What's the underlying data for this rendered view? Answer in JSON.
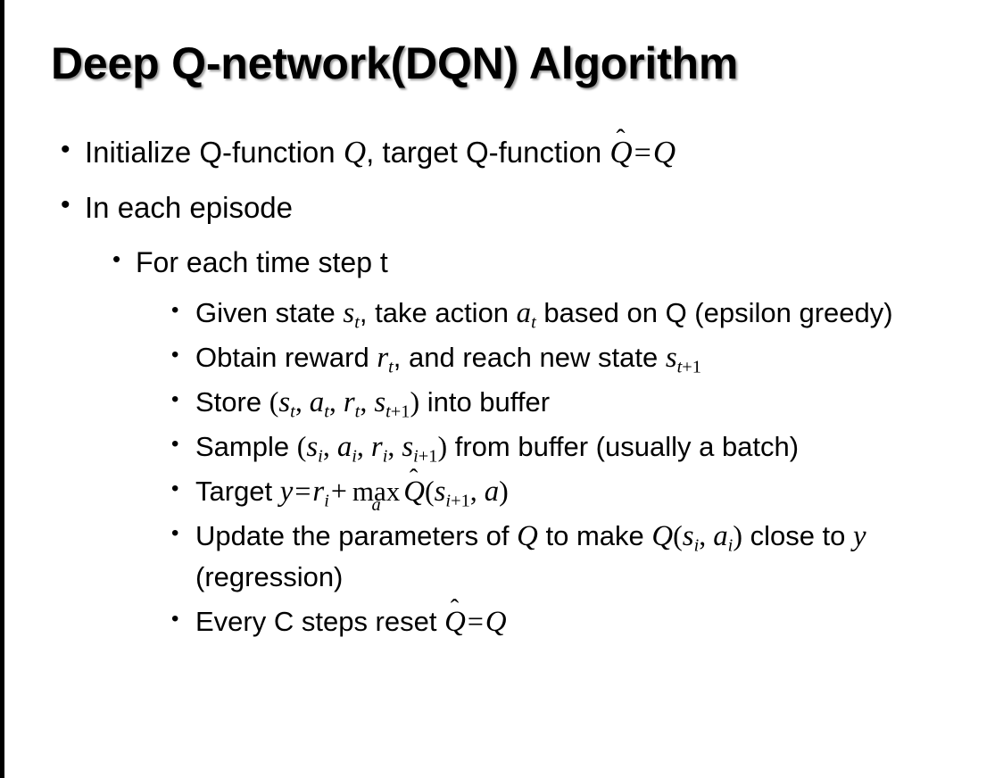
{
  "slide": {
    "title": "Deep Q-network(DQN) Algorithm",
    "background_color": "#ffffff",
    "text_color": "#000000",
    "left_edge_bar_color": "#000000",
    "bullet_glyph": "•"
  },
  "content": {
    "bullets": [
      {
        "level": 1,
        "id": "initialize-q-function",
        "plain_text": "Initialize Q-function Q, target Q-function Q̂ = Q",
        "parts": [
          {
            "t": "text",
            "v": "Initialize Q-function "
          },
          {
            "t": "mi",
            "v": "Q"
          },
          {
            "t": "text",
            "v": ", target Q-function "
          },
          {
            "t": "qhat",
            "v": "Q"
          },
          {
            "t": "mo",
            "v": "="
          },
          {
            "t": "mi",
            "v": "Q"
          }
        ]
      },
      {
        "level": 1,
        "id": "in-each-episode",
        "plain_text": "In each episode",
        "parts": [
          {
            "t": "text",
            "v": "In each episode"
          }
        ]
      },
      {
        "level": 2,
        "id": "for-each-time-step",
        "plain_text": "For each time step t",
        "parts": [
          {
            "t": "text",
            "v": "For each time step t"
          }
        ]
      },
      {
        "level": 3,
        "id": "given-state-take-action",
        "plain_text": "Given state s_t, take action a_t based on Q (epsilon greedy)",
        "parts": [
          {
            "t": "text",
            "v": "Given state "
          },
          {
            "t": "mi",
            "v": "s",
            "sub": "t"
          },
          {
            "t": "text",
            "v": ", take action "
          },
          {
            "t": "mi",
            "v": "a",
            "sub": "t"
          },
          {
            "t": "text",
            "v": " based on Q (epsilon greedy)"
          }
        ]
      },
      {
        "level": 3,
        "id": "obtain-reward-reach-new-state",
        "plain_text": "Obtain reward r_t, and reach new state s_{t+1}",
        "parts": [
          {
            "t": "text",
            "v": "Obtain reward "
          },
          {
            "t": "mi",
            "v": "r",
            "sub": "t"
          },
          {
            "t": "text",
            "v": ", and reach new state "
          },
          {
            "t": "mi",
            "v": "s",
            "sub": "t+1"
          }
        ]
      },
      {
        "level": 3,
        "id": "store-into-buffer",
        "plain_text": "Store (s_t, a_t, r_t, s_{t+1}) into buffer",
        "parts": [
          {
            "t": "text",
            "v": "Store "
          },
          {
            "t": "mpunc",
            "v": "("
          },
          {
            "t": "mi",
            "v": "s",
            "sub": "t"
          },
          {
            "t": "mpunc",
            "v": ", "
          },
          {
            "t": "mi",
            "v": "a",
            "sub": "t"
          },
          {
            "t": "mpunc",
            "v": ", "
          },
          {
            "t": "mi",
            "v": "r",
            "sub": "t"
          },
          {
            "t": "mpunc",
            "v": ", "
          },
          {
            "t": "mi",
            "v": "s",
            "sub": "t+1"
          },
          {
            "t": "mpunc",
            "v": ")"
          },
          {
            "t": "text",
            "v": " into buffer"
          }
        ]
      },
      {
        "level": 3,
        "id": "sample-from-buffer",
        "plain_text": "Sample (s_i, a_i, r_i, s_{i+1}) from buffer (usually a batch)",
        "parts": [
          {
            "t": "text",
            "v": "Sample "
          },
          {
            "t": "mpunc",
            "v": "("
          },
          {
            "t": "mi",
            "v": "s",
            "sub": "i"
          },
          {
            "t": "mpunc",
            "v": ", "
          },
          {
            "t": "mi",
            "v": "a",
            "sub": "i"
          },
          {
            "t": "mpunc",
            "v": ", "
          },
          {
            "t": "mi",
            "v": "r",
            "sub": "i"
          },
          {
            "t": "mpunc",
            "v": ", "
          },
          {
            "t": "mi",
            "v": "s",
            "sub": "i+1"
          },
          {
            "t": "mpunc",
            "v": ")"
          },
          {
            "t": "text",
            "v": " from buffer (usually a batch)"
          }
        ]
      },
      {
        "level": 3,
        "id": "target-y",
        "plain_text": "Target y = r_i + max_a Q̂(s_{i+1}, a)",
        "parts": [
          {
            "t": "text",
            "v": "Target "
          },
          {
            "t": "mi",
            "v": "y"
          },
          {
            "t": "mo",
            "v": "="
          },
          {
            "t": "mi",
            "v": "r",
            "sub": "i"
          },
          {
            "t": "mo",
            "v": "+"
          },
          {
            "t": "underop",
            "v": "max",
            "under": "a"
          },
          {
            "t": "qhat",
            "v": "Q"
          },
          {
            "t": "mpunc",
            "v": "("
          },
          {
            "t": "mi",
            "v": "s",
            "sub": "i+1"
          },
          {
            "t": "mpunc",
            "v": ", "
          },
          {
            "t": "mi",
            "v": "a"
          },
          {
            "t": "mpunc",
            "v": ")"
          }
        ]
      },
      {
        "level": 3,
        "id": "update-parameters",
        "plain_text": "Update the parameters of Q to make Q(s_i, a_i) close to y (regression)",
        "parts": [
          {
            "t": "text",
            "v": "Update the parameters of "
          },
          {
            "t": "mi",
            "v": "Q"
          },
          {
            "t": "text",
            "v": " to make "
          },
          {
            "t": "mi",
            "v": "Q"
          },
          {
            "t": "mpunc",
            "v": "("
          },
          {
            "t": "mi",
            "v": "s",
            "sub": "i"
          },
          {
            "t": "mpunc",
            "v": ", "
          },
          {
            "t": "mi",
            "v": "a",
            "sub": "i"
          },
          {
            "t": "mpunc",
            "v": ")"
          },
          {
            "t": "text",
            "v": " close to "
          },
          {
            "t": "mi",
            "v": "y"
          },
          {
            "t": "text",
            "v": " (regression)"
          }
        ]
      },
      {
        "level": 3,
        "id": "every-c-steps-reset",
        "plain_text": "Every C steps reset Q̂ = Q",
        "parts": [
          {
            "t": "text",
            "v": "Every C steps reset "
          },
          {
            "t": "qhat",
            "v": "Q"
          },
          {
            "t": "mo",
            "v": "="
          },
          {
            "t": "mi",
            "v": "Q"
          }
        ]
      }
    ]
  }
}
